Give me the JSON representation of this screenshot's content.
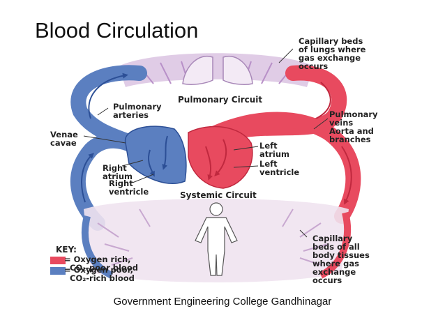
{
  "title": "Blood Circulation",
  "caption": "Government Engineering College Gandhinagar",
  "labels": {
    "capillary_lungs": "Capillary beds\nof lungs where\ngas exchange\noccurs",
    "pulmonary_circuit": "Pulmonary Circuit",
    "pulmonary_arteries": "Pulmonary\narteries",
    "venae_cavae": "Venae\ncavae",
    "pulmonary_veins": "Pulmonary\nveins",
    "aorta": "Aorta and\nbranches",
    "left_atrium": "Left\natrium",
    "left_ventricle": "Left\nventricle",
    "right_atrium": "Right\natrium",
    "right_ventricle": "Right\nventricle",
    "systemic_circuit": "Systemic Circuit",
    "capillary_body": "Capillary\nbeds of all\nbody tissues\nwhere gas\nexchange\noccurs"
  },
  "key": {
    "title": "KEY:",
    "items": [
      {
        "text": "= Oxygen rich,\n  CO₂-poor blood",
        "color": "#e84a5f"
      },
      {
        "text": "= Oxygen poor,\n  CO₂-rich blood",
        "color": "#5b7fc0"
      }
    ]
  },
  "colors": {
    "oxygen_rich": "#e84a5f",
    "oxygen_poor": "#5b7fc0",
    "capillary": "#b08ab8"
  }
}
